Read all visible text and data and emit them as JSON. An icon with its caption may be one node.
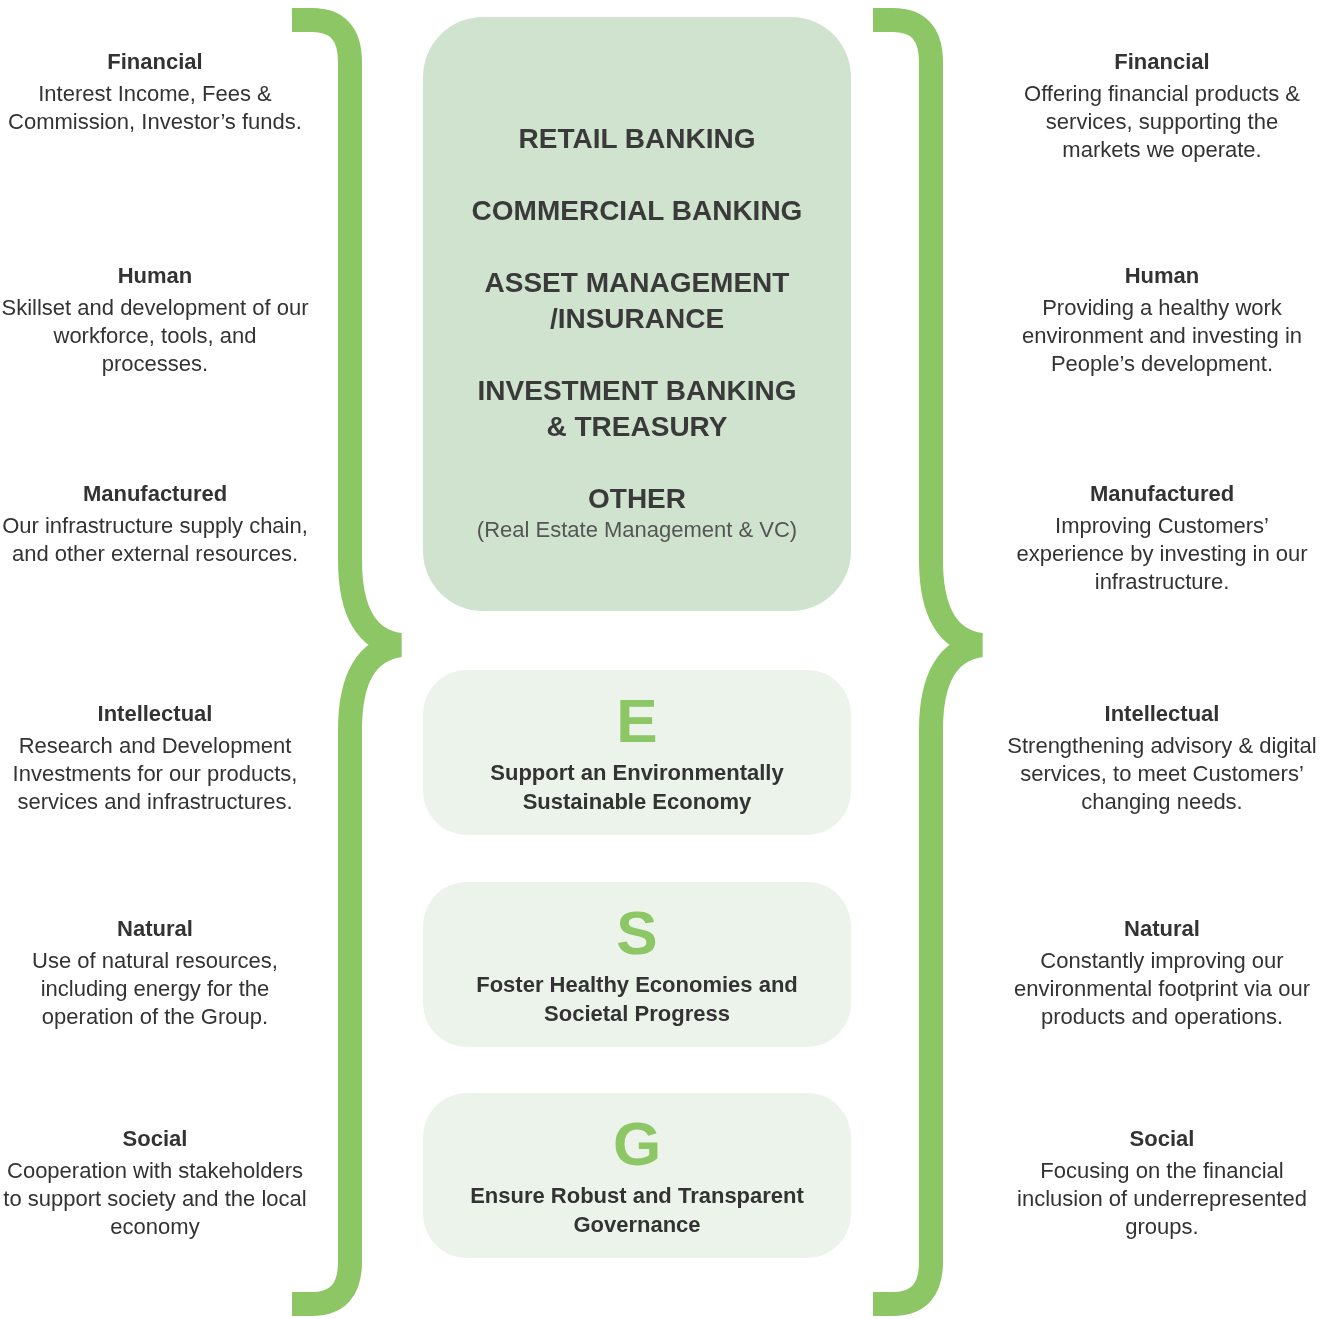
{
  "diagram": {
    "nodes": [
      {
        "text": [
          "RETAIL BANKING",
          "COMMERCIAL BANKING",
          "ASSET MANAGEMENT /INSURANCE",
          "INVESTMENT BANKING & TREASURY",
          "OTHER",
          "(Real Estate Management & VC)"
        ]
      },
      {
        "text": [
          "E",
          "Support an Environmentally Sustainable Economy"
        ]
      },
      {
        "text": [
          "S",
          "Foster Healthy Economies and Societal Progress"
        ]
      },
      {
        "text": [
          "G",
          "Ensure Robust and Transparent Governance"
        ]
      }
    ],
    "labels": [
      "Financial",
      "Interest Income, Fees & Commission, Investor’s funds.",
      "Human",
      "Skillset and development of our workforce, tools, and processes.",
      "Manufactured",
      "Our infrastructure supply chain, and other external resources.",
      "Intellectual",
      "Research and Development Investments for our products, services and infrastructures.",
      "Natural",
      "Use of natural resources, including energy for the operation of the Group.",
      "Social",
      "Cooperation with stakeholders to support society and the local economy",
      "Financial",
      "Offering financial products & services, supporting the markets we operate.",
      "Human",
      "Providing a healthy work environment and investing in People’s development.",
      "Manufactured",
      "Improving Customers’ experience by investing in our infrastructure.",
      "Intellectual",
      "Strengthening advisory & digital services, to meet Customers’ changing needs.",
      "Natural",
      "Constantly improving our environmental footprint via our products and operations.",
      "Social",
      "Focusing on the financial inclusion of underrepresented groups."
    ]
  }
}
